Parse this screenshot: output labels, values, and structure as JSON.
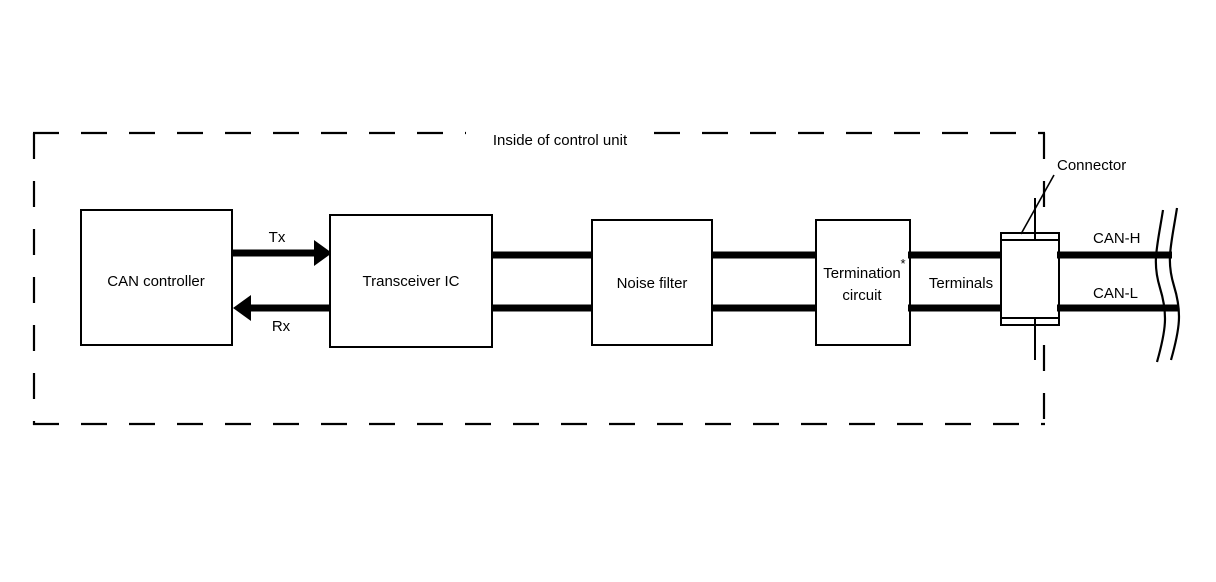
{
  "diagram": {
    "title": "Inside of control unit",
    "boundary_label": "Inside of control unit",
    "blocks": [
      {
        "id": "can-controller",
        "label": "CAN controller"
      },
      {
        "id": "transceiver-ic",
        "label": "Transceiver IC"
      },
      {
        "id": "noise-filter",
        "label": "Noise filter"
      },
      {
        "id": "termination-circuit",
        "label_line1": "Termination",
        "label_line2": "circuit",
        "footnote_marker": "*"
      },
      {
        "id": "connector",
        "label": "Connector"
      }
    ],
    "signals": {
      "tx": "Tx",
      "rx": "Rx"
    },
    "terminals_label": "Terminals",
    "bus_lines": [
      {
        "id": "can-h",
        "label": "CAN-H"
      },
      {
        "id": "can-l",
        "label": "CAN-L"
      }
    ],
    "colors": {
      "stroke": "#000000",
      "background": "#ffffff"
    }
  }
}
